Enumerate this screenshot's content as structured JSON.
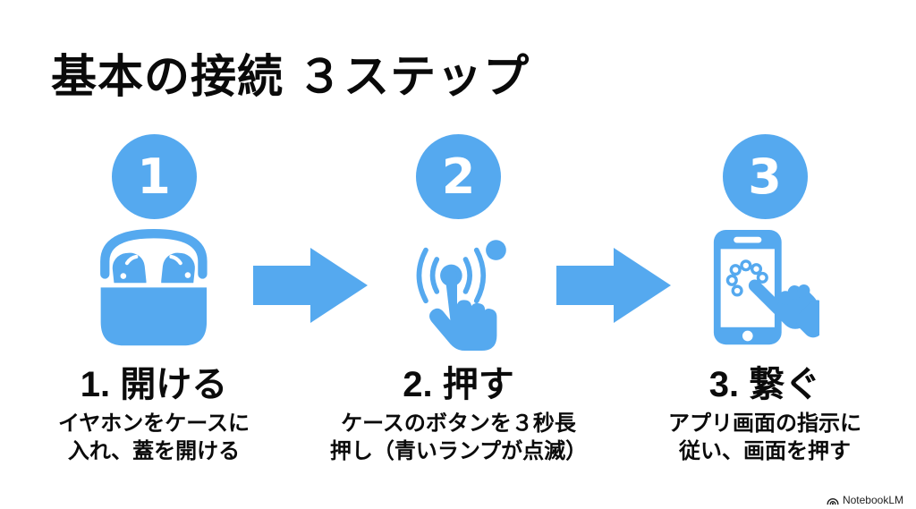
{
  "slide": {
    "background": "#ffffff",
    "accent_blue": "#55A9EF",
    "text_color": "#0b0b0b",
    "title": "基本の接続 ３ステップ"
  },
  "steps": [
    {
      "number": "1",
      "icon": "earbuds-case-open-icon",
      "heading": "1. 開ける",
      "description_line1": "イヤホンをケースに",
      "description_line2": "入れ、蓋を開ける"
    },
    {
      "number": "2",
      "icon": "button-press-icon",
      "heading": "2. 押す",
      "description_line1": "ケースのボタンを３秒長",
      "description_line2": "押し（青いランプが点滅）"
    },
    {
      "number": "3",
      "icon": "phone-tap-icon",
      "heading": "3. 繋ぐ",
      "description_line1": "アプリ画面の指示に",
      "description_line2": "従い、画面を押す"
    }
  ],
  "arrows": [
    "right-arrow-icon",
    "right-arrow-icon"
  ],
  "watermark": {
    "icon": "notebooklm-logo-icon",
    "label": "NotebookLM"
  }
}
